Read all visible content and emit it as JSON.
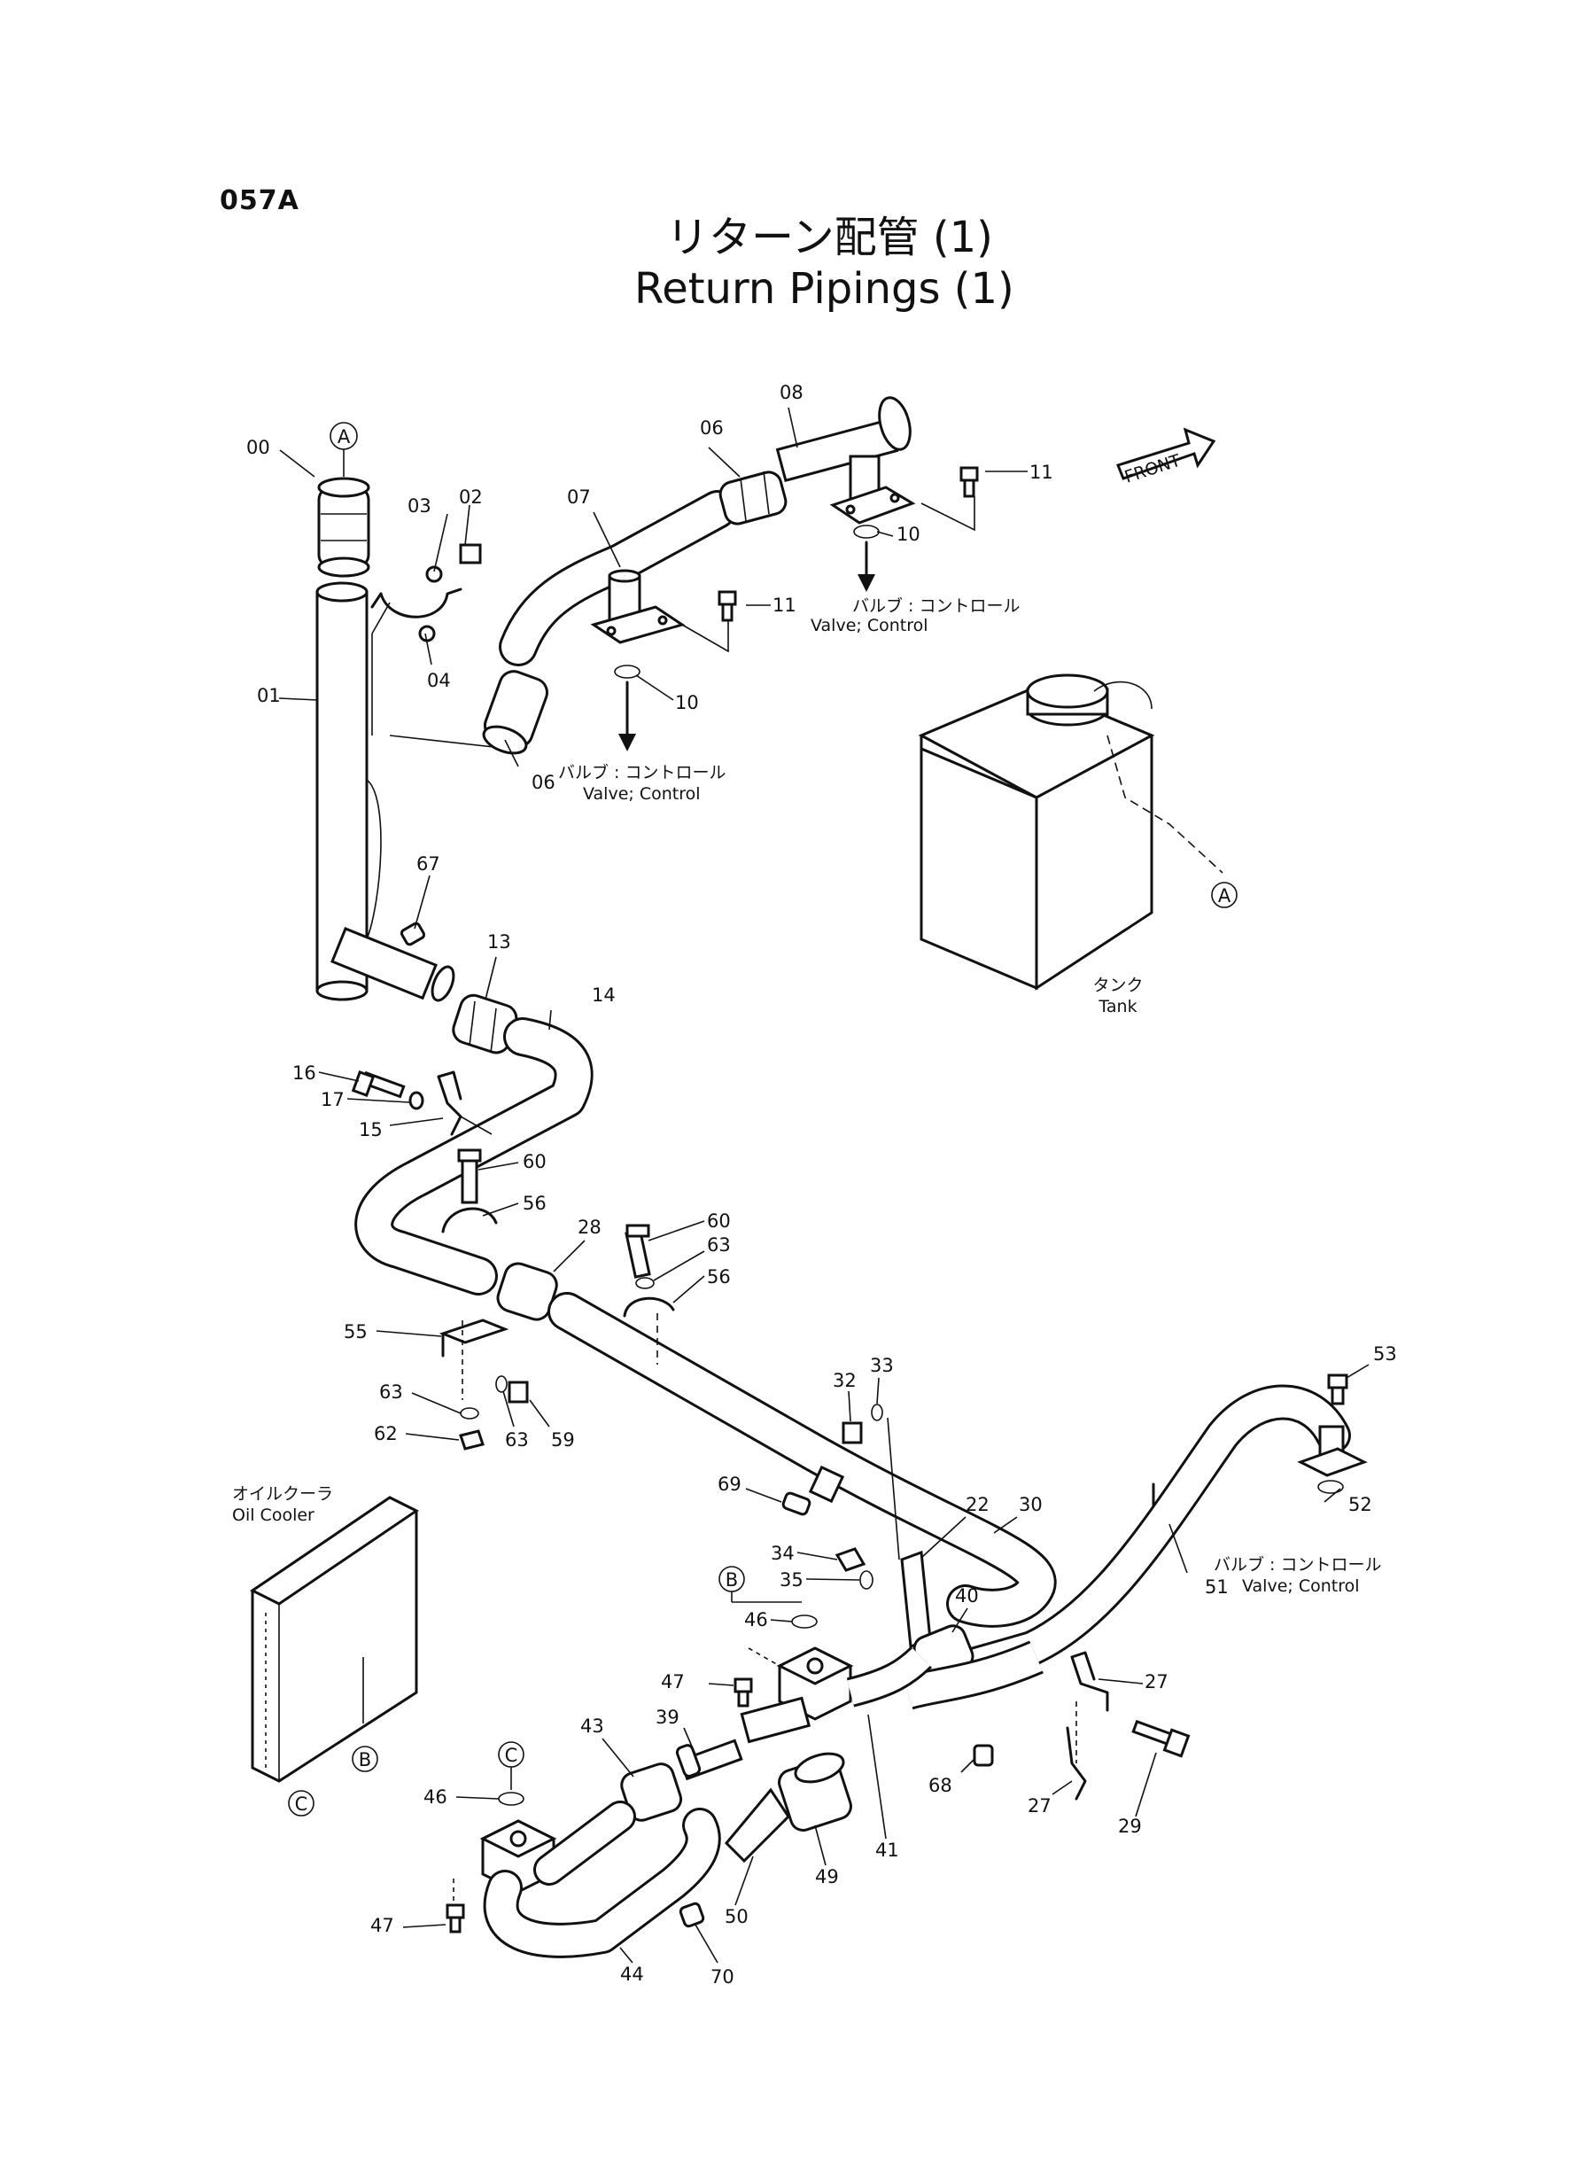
{
  "page_code": "057A",
  "title_ja": "リターン配管 (1)",
  "title_en": "Return Pipings (1)",
  "front_label": "FRONT",
  "tank_label_ja": "タンク",
  "tank_label_en": "Tank",
  "oil_cooler_label_ja": "オイルクーラ",
  "oil_cooler_label_en": "Oil Cooler",
  "valve_label_ja": "バルブ : コントロール",
  "valve_label_en": "Valve; Control",
  "markers": [
    "A",
    "B",
    "C"
  ],
  "part_numbers": [
    "00",
    "01",
    "02",
    "03",
    "04",
    "06",
    "07",
    "08",
    "10",
    "11",
    "13",
    "14",
    "15",
    "16",
    "17",
    "22",
    "27",
    "28",
    "29",
    "30",
    "32",
    "33",
    "34",
    "35",
    "39",
    "40",
    "41",
    "43",
    "44",
    "46",
    "47",
    "49",
    "50",
    "51",
    "52",
    "53",
    "55",
    "56",
    "59",
    "60",
    "62",
    "63",
    "67",
    "68",
    "69",
    "70"
  ]
}
